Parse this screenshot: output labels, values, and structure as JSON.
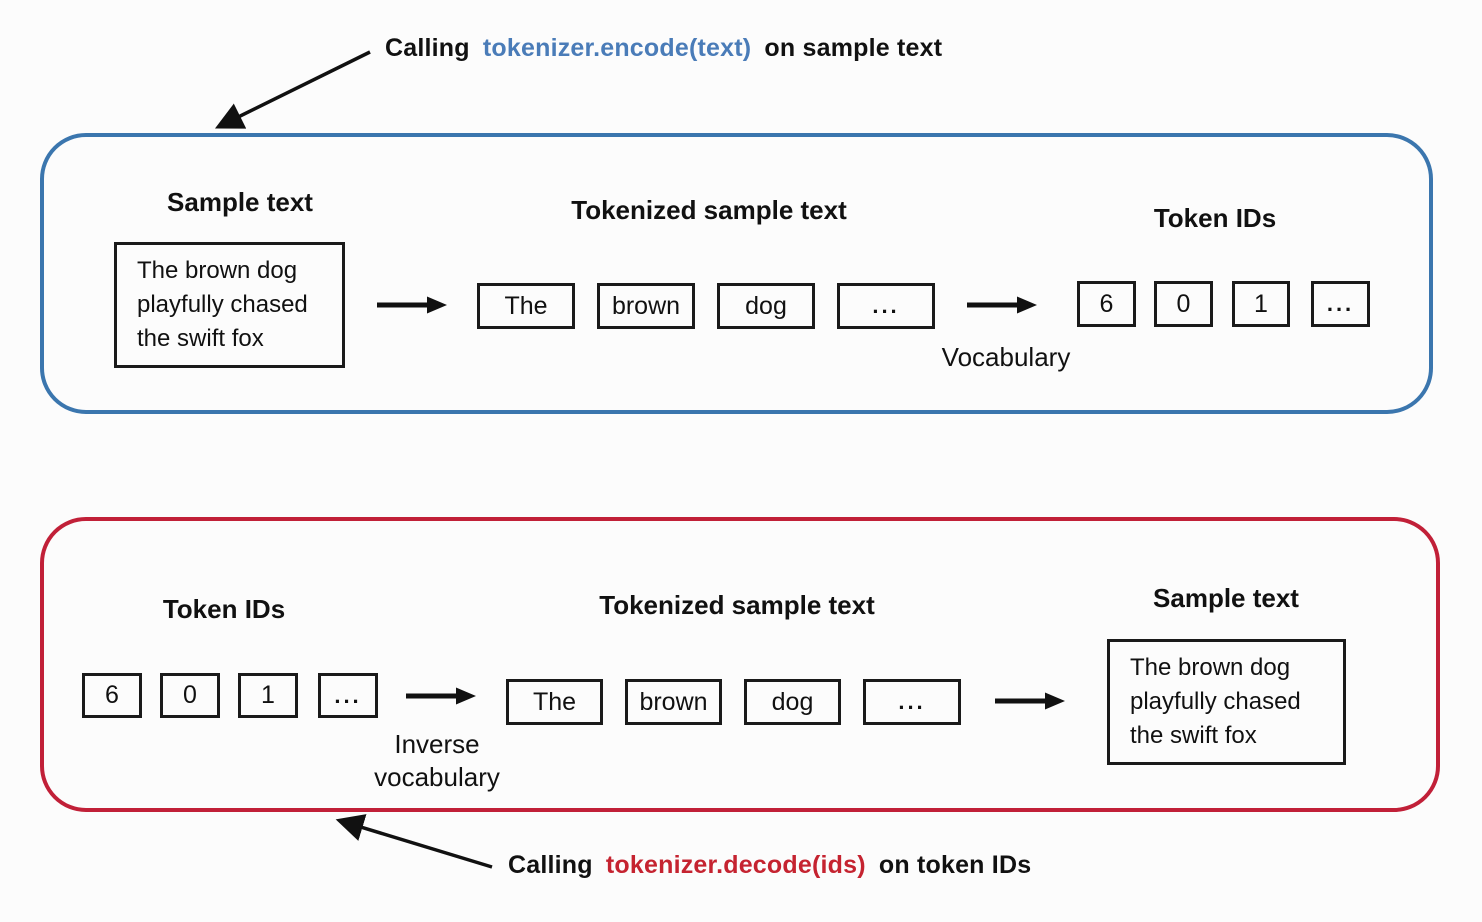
{
  "page": {
    "background": "#fcfcfc"
  },
  "colors": {
    "encode_panel_border": "#3b76ae",
    "decode_panel_border": "#c12038",
    "encode_code_text": "#4a7cb8",
    "decode_code_text": "#c52330",
    "ink": "#111111"
  },
  "caption_encode": {
    "prefix": "Calling",
    "code": "tokenizer.encode(text)",
    "suffix": "on sample text"
  },
  "caption_decode": {
    "prefix": "Calling",
    "code": "tokenizer.decode(ids)",
    "suffix": "on token IDs"
  },
  "encode_panel": {
    "sample_heading": "Sample text",
    "sample_lines": [
      "The brown dog",
      "playfully chased",
      "the swift fox"
    ],
    "tokenized_heading": "Tokenized sample text",
    "tokens": [
      "The",
      "brown",
      "dog",
      "..."
    ],
    "vocab_label": "Vocabulary",
    "ids_heading": "Token IDs",
    "ids": [
      "6",
      "0",
      "1",
      "..."
    ]
  },
  "decode_panel": {
    "ids_heading": "Token IDs",
    "ids": [
      "6",
      "0",
      "1",
      "..."
    ],
    "inverse_label_line1": "Inverse",
    "inverse_label_line2": "vocabulary",
    "tokenized_heading": "Tokenized sample text",
    "tokens": [
      "The",
      "brown",
      "dog",
      "..."
    ],
    "sample_heading": "Sample text",
    "sample_lines": [
      "The brown dog",
      "playfully chased",
      "the swift fox"
    ]
  }
}
